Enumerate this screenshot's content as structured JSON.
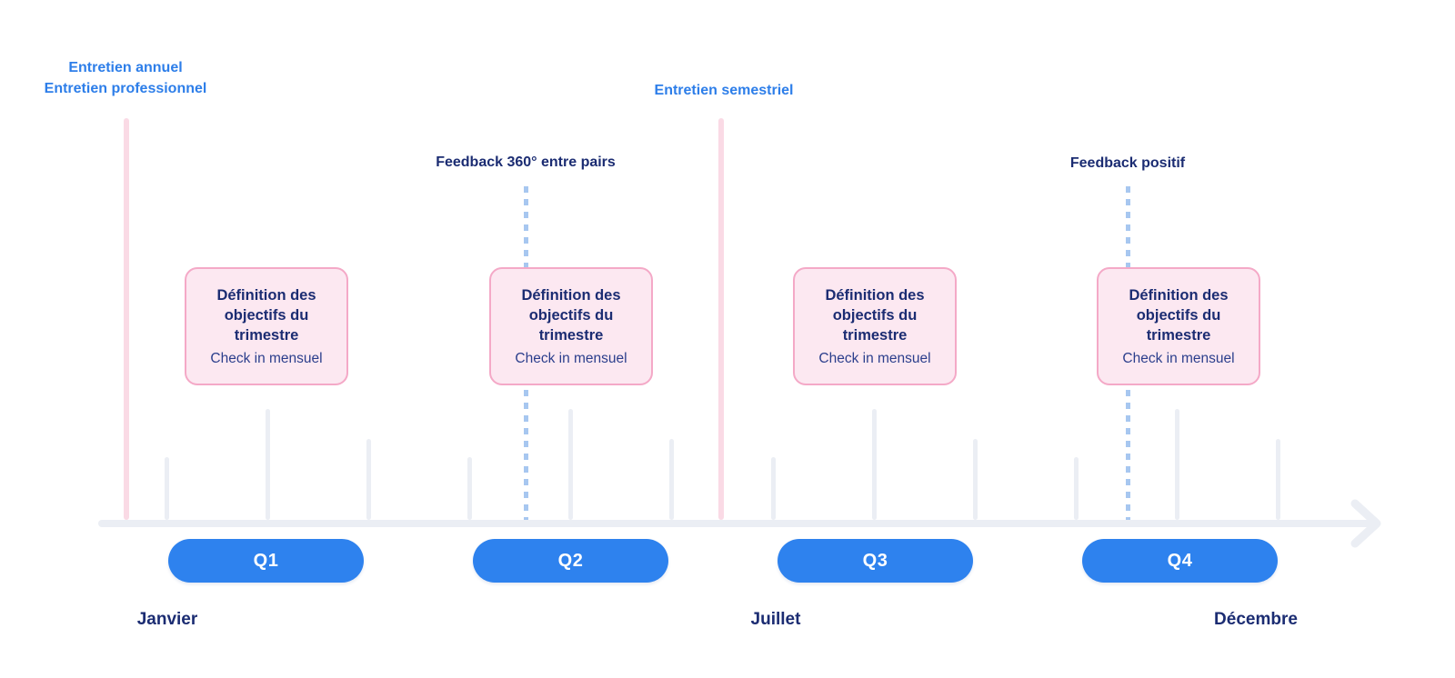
{
  "annotations": {
    "annual_review_line1": "Entretien annuel",
    "annual_review_line2": "Entretien professionnel",
    "semester_review": "Entretien semestriel",
    "feedback_360": "Feedback 360° entre pairs",
    "feedback_positive": "Feedback positif"
  },
  "quarters": [
    {
      "label": "Q1",
      "card_title": "Définition des objectifs du trimestre",
      "card_subtitle": "Check in mensuel"
    },
    {
      "label": "Q2",
      "card_title": "Définition des objectifs du trimestre",
      "card_subtitle": "Check in mensuel"
    },
    {
      "label": "Q3",
      "card_title": "Définition des objectifs du trimestre",
      "card_subtitle": "Check in mensuel"
    },
    {
      "label": "Q4",
      "card_title": "Définition des objectifs du trimestre",
      "card_subtitle": "Check in mensuel"
    }
  ],
  "months": [
    {
      "label": "Janvier"
    },
    {
      "label": "Juillet"
    },
    {
      "label": "Décembre"
    }
  ],
  "colors": {
    "accent_blue": "#2D7EE9",
    "navy": "#1B2C72",
    "subtitle_navy": "#2B3E8C",
    "pill_blue": "#2E82EE",
    "card_bg": "#FCE8F1",
    "card_border": "#F4A9C7",
    "pink_line": "#FADAE5",
    "axis_gray": "#EBEEF4",
    "dotted_blue": "#A7C7F0"
  }
}
